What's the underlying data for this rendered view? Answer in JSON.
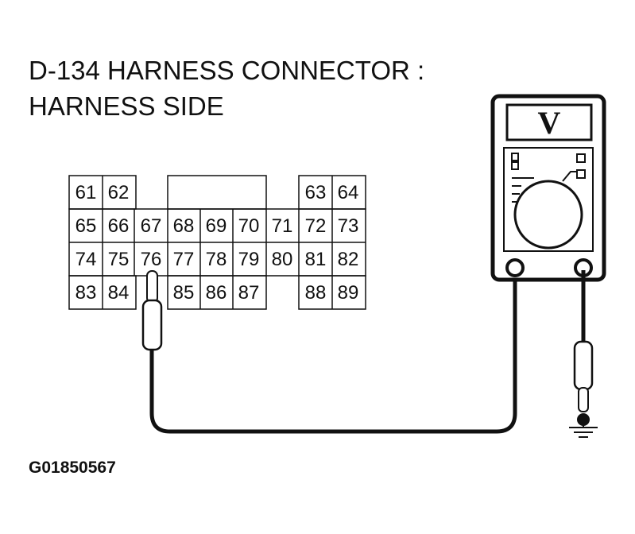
{
  "title_line1": "D-134 HARNESS CONNECTOR :",
  "title_line2": "HARNESS SIDE",
  "figure_code": "G01850567",
  "meter_symbol": "V",
  "connector": {
    "rows": [
      [
        "61",
        "62",
        "",
        "",
        "",
        "",
        "",
        "63",
        "64"
      ],
      [
        "65",
        "66",
        "67",
        "68",
        "69",
        "70",
        "71",
        "72",
        "73"
      ],
      [
        "74",
        "75",
        "76",
        "77",
        "78",
        "79",
        "80",
        "81",
        "82"
      ],
      [
        "83",
        "84",
        "",
        "85",
        "86",
        "87",
        "",
        "88",
        "89"
      ]
    ]
  }
}
